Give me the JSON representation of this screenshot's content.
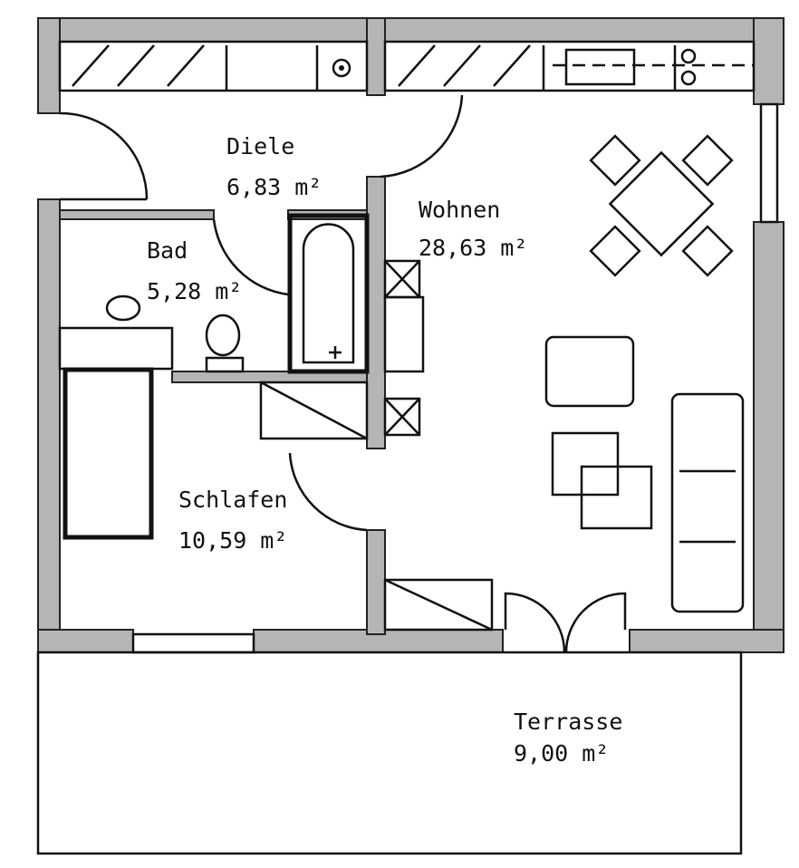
{
  "rooms": {
    "diele": {
      "name": "Diele",
      "area": "6,83 m²"
    },
    "wohnen": {
      "name": "Wohnen",
      "area": "28,63 m²"
    },
    "bad": {
      "name": "Bad",
      "area": "5,28 m²"
    },
    "schlafen": {
      "name": "Schlafen",
      "area": "10,59 m²"
    },
    "terrasse": {
      "name": "Terrasse",
      "area": "9,00 m²"
    }
  }
}
